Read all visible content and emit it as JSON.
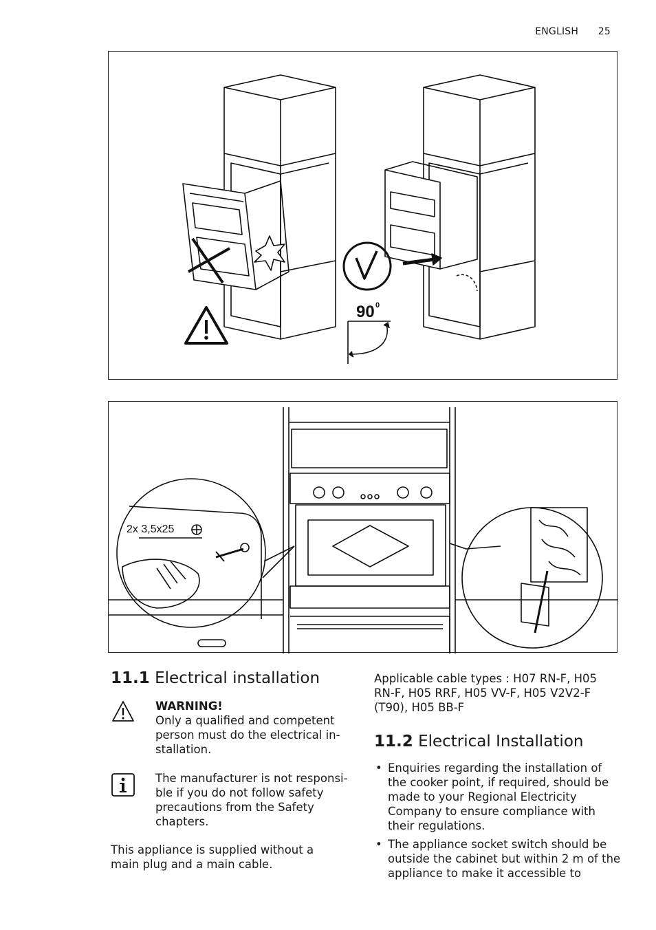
{
  "header": {
    "language": "ENGLISH",
    "page_number": "25"
  },
  "figure1": {
    "angle_label": "90",
    "angle_sup": "0"
  },
  "figure2": {
    "screw_label": "2x 3,5x25"
  },
  "section_11_1": {
    "number": "11.1",
    "title": "Electrical installation",
    "warning_title": "WARNING!",
    "warning_text": "Only a qualified and competent person must do the electrical in-stallation.",
    "info_text": "The manufacturer is not responsi-ble if you do not follow safety precautions from the Safety chapters.",
    "body_text": "This appliance is supplied without a main plug and a main cable.",
    "cable_types": "Applicable cable types : H07 RN-F, H05 RN-F, H05 RRF, H05 VV-F, H05 V2V2-F (T90), H05 BB-F"
  },
  "section_11_2": {
    "number": "11.2",
    "title": "Electrical Installation",
    "bullets": [
      "Enquiries regarding the installation of the cooker point, if required, should be made to your Regional Electricity Company to ensure compliance with their regulations.",
      "The appliance socket switch should be outside the cabinet but within 2 m of the appliance to make it accessible to"
    ]
  },
  "icons": {
    "warning": "warning-triangle-icon",
    "info": "info-icon",
    "check": "check-circle-icon"
  }
}
